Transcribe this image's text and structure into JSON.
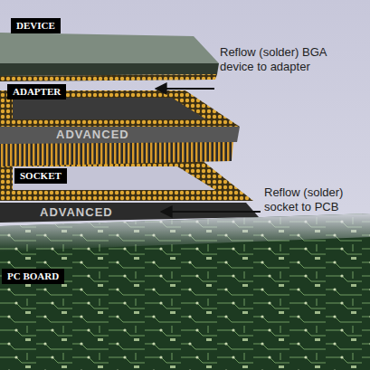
{
  "diagram": {
    "nodes": [
      {
        "text": [
          "DEVICE"
        ]
      },
      {
        "text": [
          "ADAPTER"
        ]
      },
      {
        "text": [
          "SOCKET"
        ]
      },
      {
        "text": [
          "PC BOARD"
        ]
      }
    ],
    "labels": [
      "Reflow (solder) BGA device to adapter",
      "ADVANCED",
      "Reflow (solder) socket to PCB",
      "ADVANCED"
    ]
  }
}
